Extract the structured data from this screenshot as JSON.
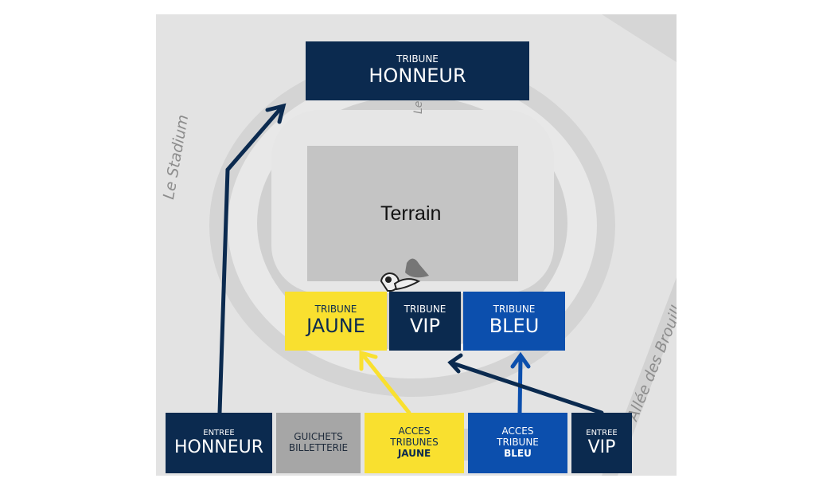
{
  "map": {
    "field_label": "Terrain",
    "street_left": "Le Stadium",
    "street_right": "Allée des Brouill",
    "street_top": "Le"
  },
  "stands": {
    "honneur": {
      "small": "TRIBUNE",
      "big": "HONNEUR"
    },
    "jaune": {
      "small": "TRIBUNE",
      "big": "JAUNE"
    },
    "vip": {
      "small": "TRIBUNE",
      "big": "VIP"
    },
    "bleu": {
      "small": "TRIBUNE",
      "big": "BLEU"
    }
  },
  "entrances": {
    "honneur": {
      "small": "ENTREE",
      "big": "HONNEUR"
    },
    "guichets": {
      "line1": "GUICHETS",
      "line2": "BILLETTERIE"
    },
    "jaune": {
      "line1": "ACCES",
      "line2": "TRIBUNES",
      "line3": "JAUNE"
    },
    "bleu": {
      "line1": "ACCES",
      "line2": "TRIBUNE",
      "line3": "BLEU"
    },
    "vip": {
      "small": "ENTREE",
      "big": "VIP"
    }
  },
  "colors": {
    "navy": "#0b2a4f",
    "yellow": "#f9e02f",
    "blue": "#0c4fad",
    "gray": "#a6a6a6"
  }
}
